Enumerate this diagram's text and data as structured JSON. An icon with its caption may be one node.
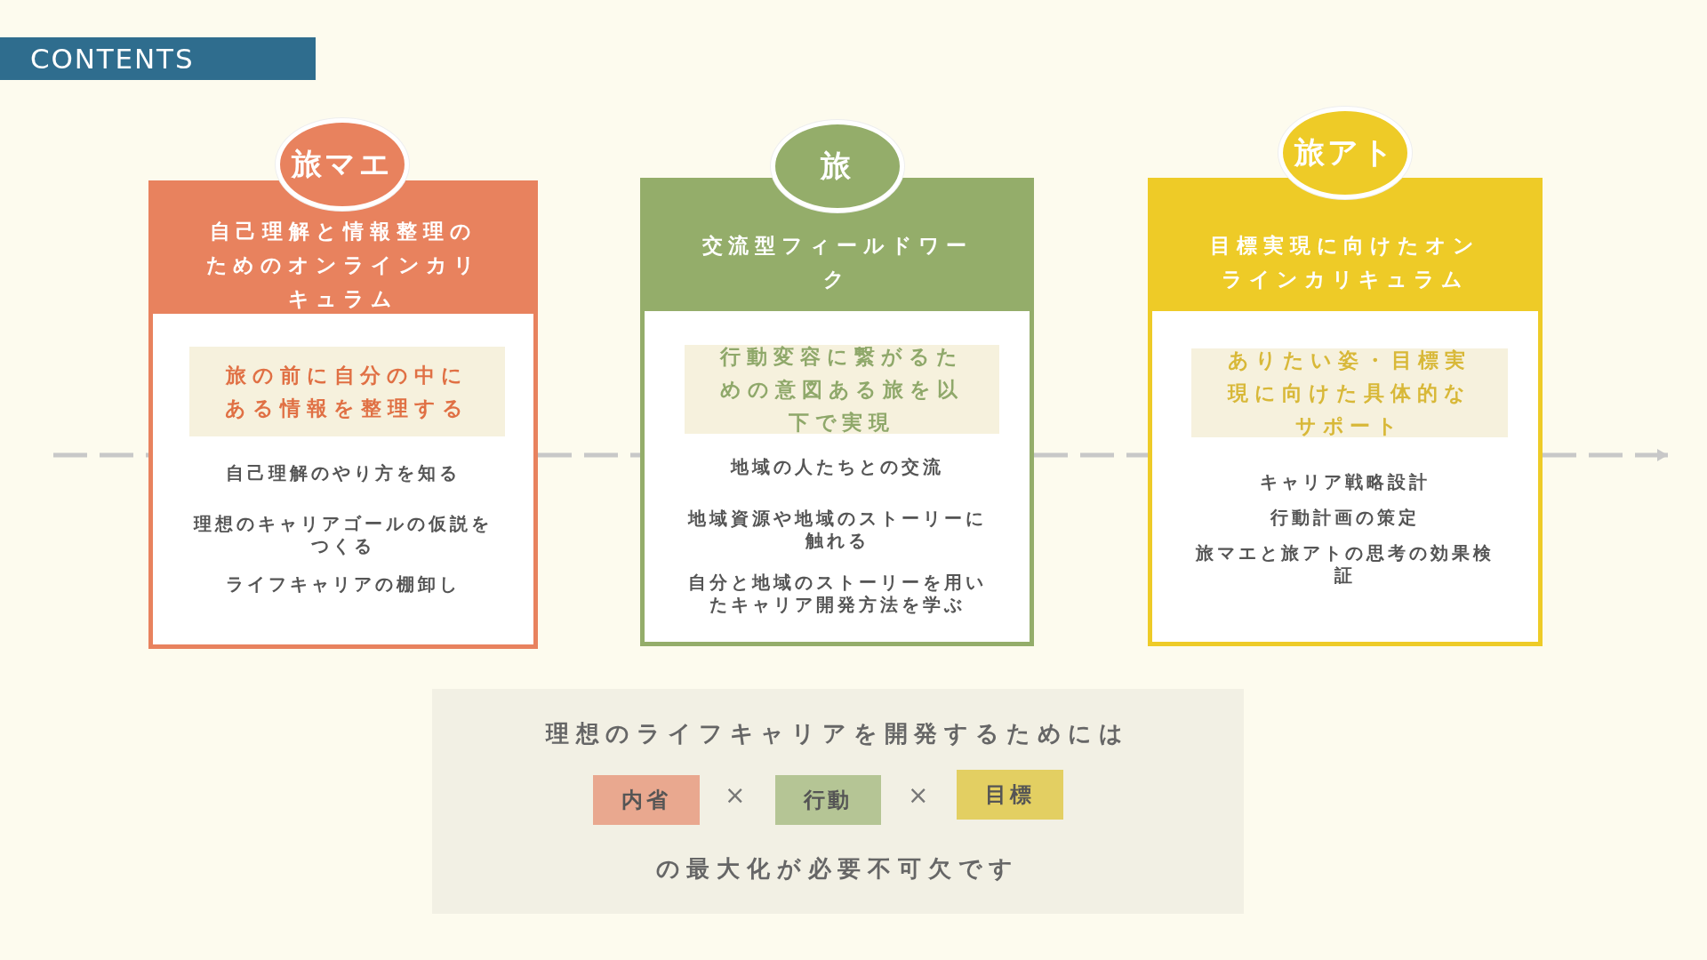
{
  "diagram": {
    "title": "CONTENTS",
    "nodes": [
      {
        "text": [
          "旅マエ"
        ]
      },
      {
        "text": [
          "自己理解と情報整理のためのオンラインカリキュラム",
          "自己理解のやり方を知る",
          "理想のキャリアゴールの仮説をつくる",
          "ライフキャリアの棚卸し"
        ]
      },
      {
        "text": [
          "旅の前に自分の中にある情報を整理する"
        ],
        "in": 1
      },
      {
        "text": [
          "旅"
        ]
      },
      {
        "text": [
          "交流型フィールドワーク",
          "地域の人たちとの交流",
          "地域資源や地域のストーリーに触れる",
          "自分と地域のストーリーを用いたキャリア開発方法を学ぶ"
        ]
      },
      {
        "text": [
          "行動変容に繋がるための意図ある旅を以下で実現"
        ],
        "in": 4
      },
      {
        "text": [
          "旅アト"
        ]
      },
      {
        "text": [
          "目標実現に向けたオンラインカリキュラム",
          "キャリア戦略設計",
          "行動計画の策定",
          "旅マエと旅アトの思考の効果検証"
        ]
      },
      {
        "text": [
          "ありたい姿・目標実現に向けた具体的なサポート"
        ],
        "in": 7
      },
      {
        "text": [
          "理想のライフキャリアを開発するためには",
          "の最大化が必要不可欠です"
        ]
      },
      {
        "text": [
          "内省"
        ],
        "in": 9
      },
      {
        "text": [
          "行動"
        ],
        "in": 9
      },
      {
        "text": [
          "目標"
        ],
        "in": 9
      }
    ],
    "edges": [
      {
        "from": null,
        "to": 1,
        "arrow": "none",
        "style": "dashed"
      },
      {
        "from": 1,
        "to": 4,
        "arrow": "none",
        "style": "dashed"
      },
      {
        "from": 4,
        "to": 7,
        "arrow": "none",
        "style": "dashed"
      },
      {
        "from": 7,
        "to": null,
        "arrow": "to",
        "style": "dashed"
      }
    ],
    "labels": [
      "×",
      "×"
    ]
  }
}
